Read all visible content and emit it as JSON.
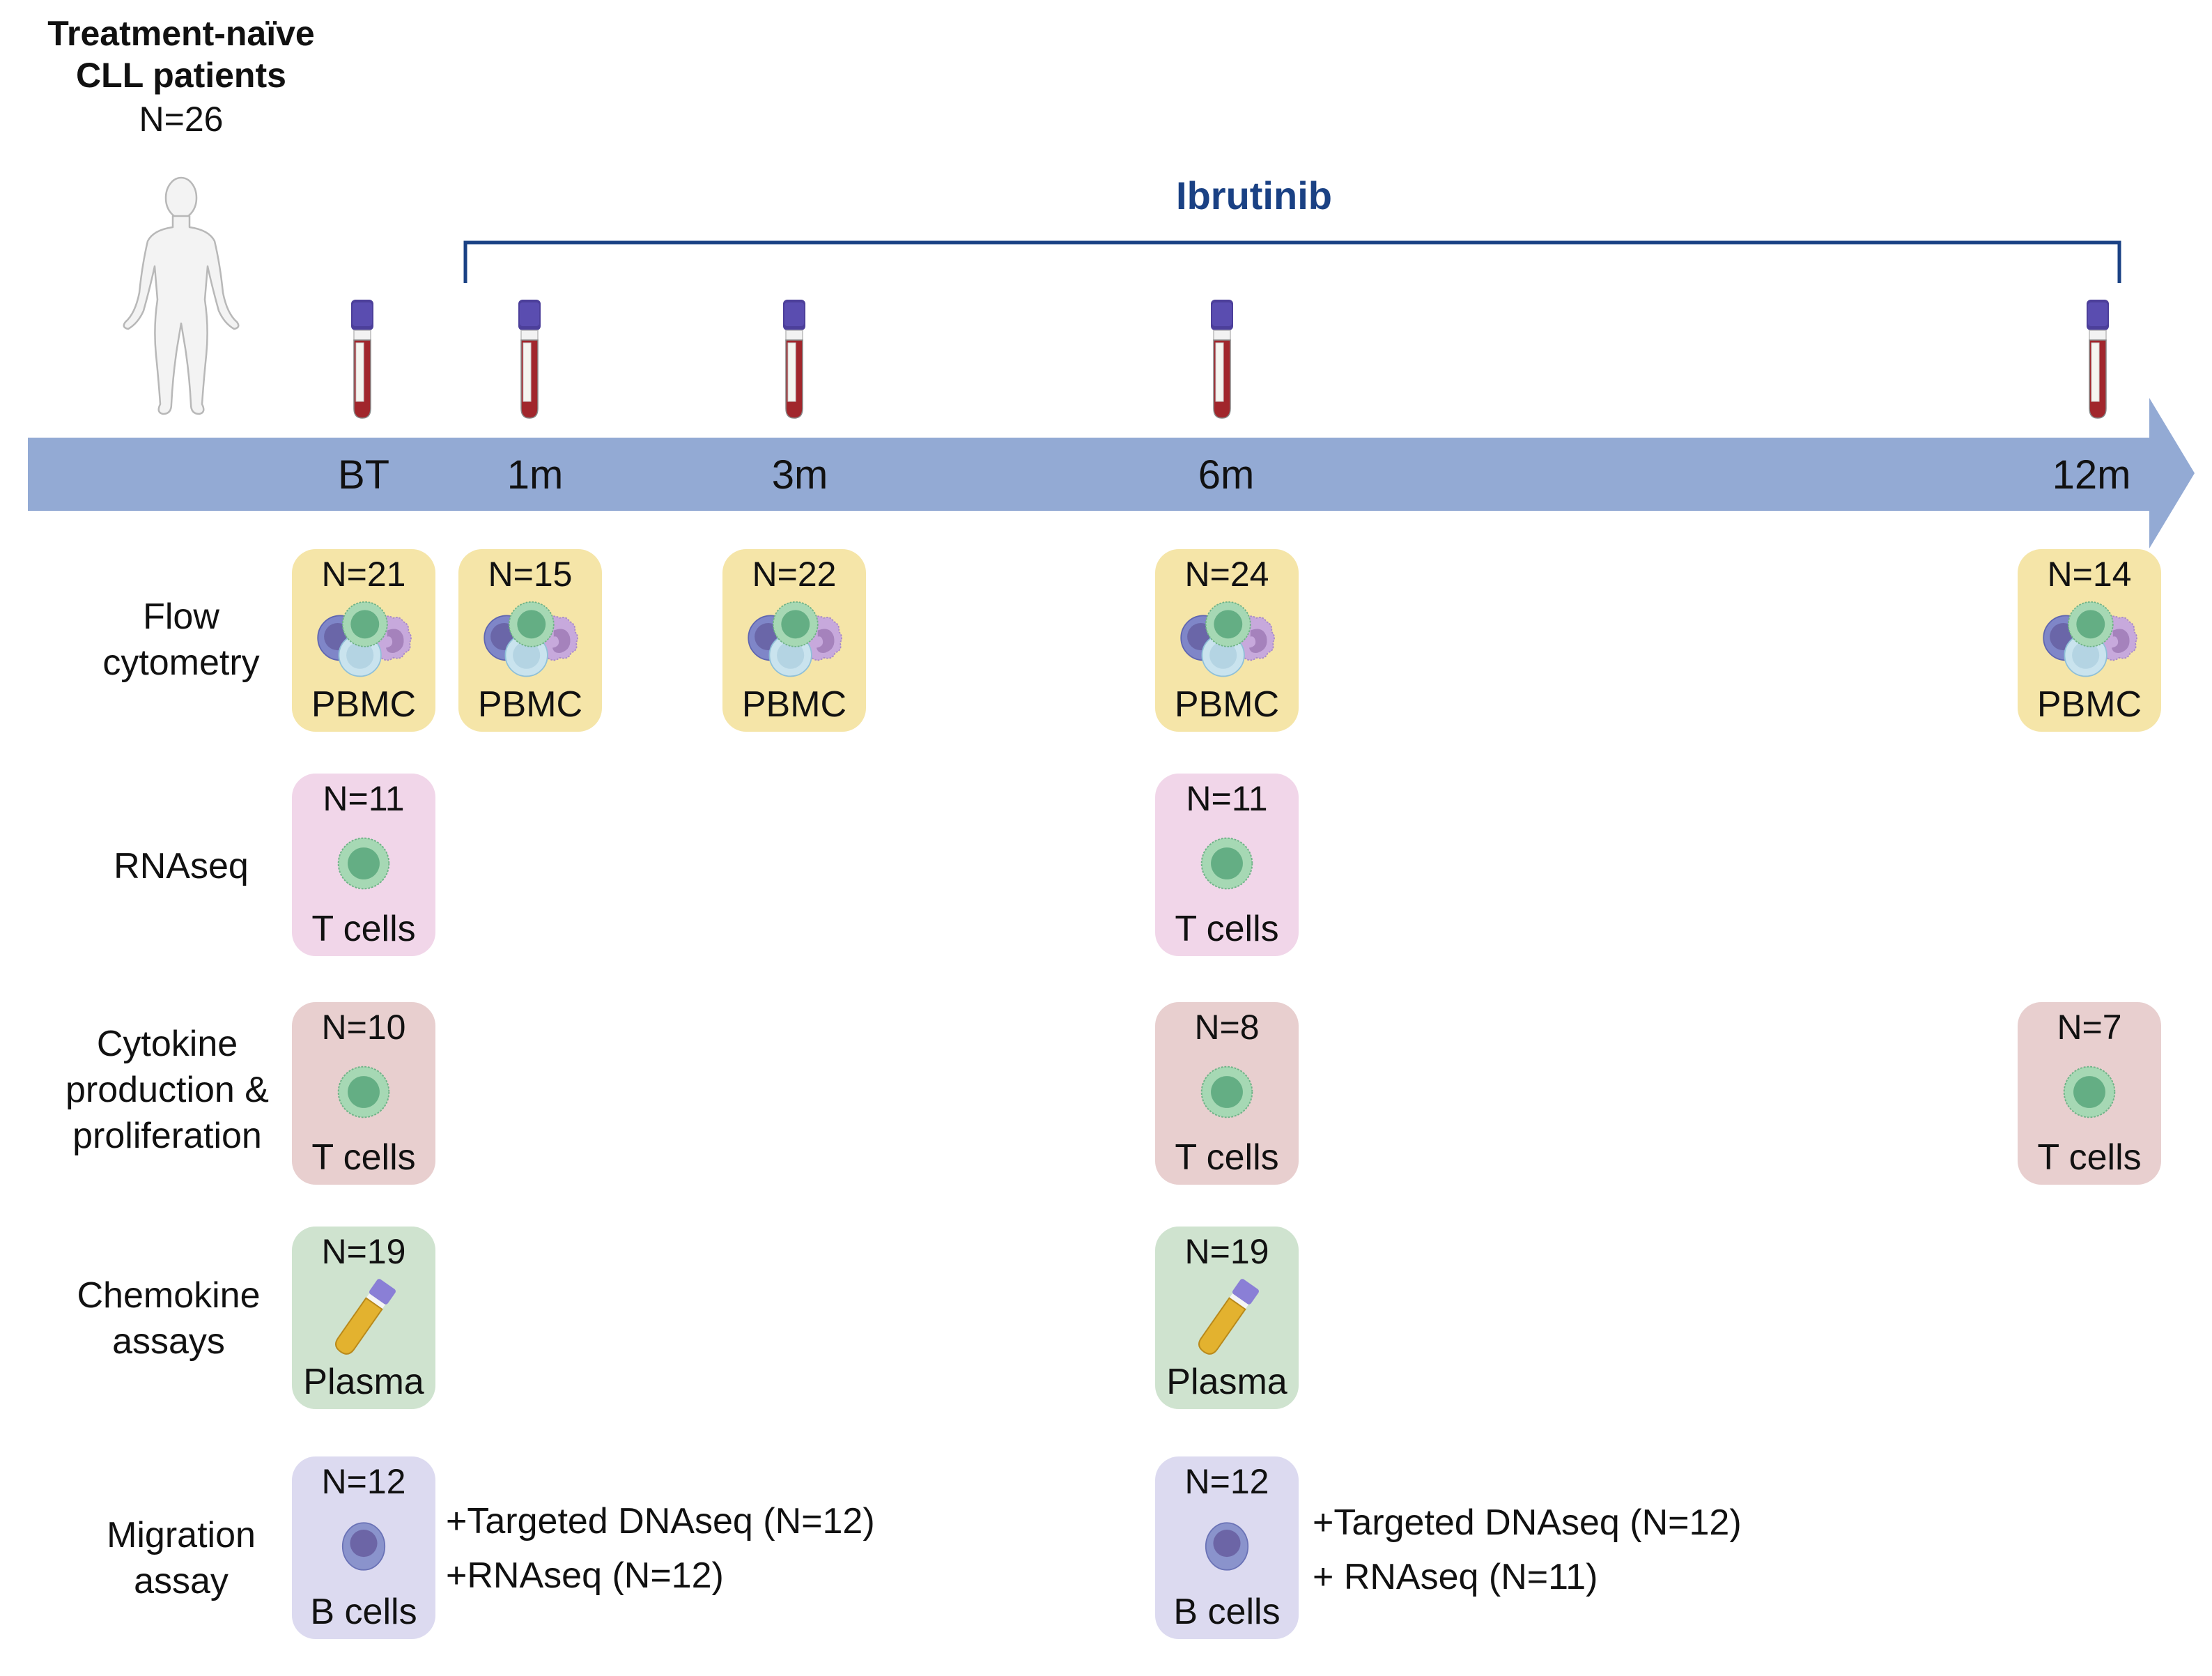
{
  "header": {
    "title_line1": "Treatment-naïve",
    "title_line2": "CLL patients",
    "patients_n": "N=26"
  },
  "treatment": {
    "label": "Ibrutinib",
    "color": "#1a4184"
  },
  "timeline": {
    "arrow_color": "#93aad4",
    "timepoints": [
      {
        "id": "bt",
        "label": "BT"
      },
      {
        "id": "1m",
        "label": "1m"
      },
      {
        "id": "3m",
        "label": "3m"
      },
      {
        "id": "6m",
        "label": "6m"
      },
      {
        "id": "12m",
        "label": "12m"
      }
    ]
  },
  "rows": {
    "flow": {
      "label_line1": "Flow",
      "label_line2": "cytometry",
      "sample": "PBMC",
      "color": "#f5e5a8",
      "cards": {
        "bt": "N=21",
        "1m": "N=15",
        "3m": "N=22",
        "6m": "N=24",
        "12m": "N=14"
      }
    },
    "rnaseq": {
      "label": "RNAseq",
      "sample": "T cells",
      "color": "#f1d6e9",
      "cards": {
        "bt": "N=11",
        "6m": "N=11"
      }
    },
    "cytokine": {
      "label_line1": "Cytokine",
      "label_line2": "production &",
      "label_line3": "proliferation",
      "sample": "T cells",
      "color": "#e8cfcf",
      "cards": {
        "bt": "N=10",
        "6m": "N=8",
        "12m": "N=7"
      }
    },
    "chemokine": {
      "label_line1": "Chemokine",
      "label_line2": "assays",
      "sample": "Plasma",
      "color": "#cfe3cf",
      "cards": {
        "bt": "N=19",
        "6m": "N=19"
      }
    },
    "migration": {
      "label_line1": "Migration",
      "label_line2": "assay",
      "sample": "B cells",
      "color": "#dcdaf0",
      "cards": {
        "bt": "N=12",
        "6m": "N=12"
      },
      "notes": {
        "bt": [
          "+Targeted DNAseq (N=12)",
          "+RNAseq (N=12)"
        ],
        "6m": [
          "+Targeted DNAseq (N=12)",
          "+ RNAseq (N=11)"
        ]
      }
    }
  },
  "icons": {
    "patient": "human-figure-icon",
    "blood_tube": "blood-tube-icon",
    "pbmc": "pbmc-cluster-icon",
    "t_cell": "t-cell-icon",
    "plasma_tube": "plasma-tube-icon",
    "b_cell": "b-cell-icon"
  }
}
